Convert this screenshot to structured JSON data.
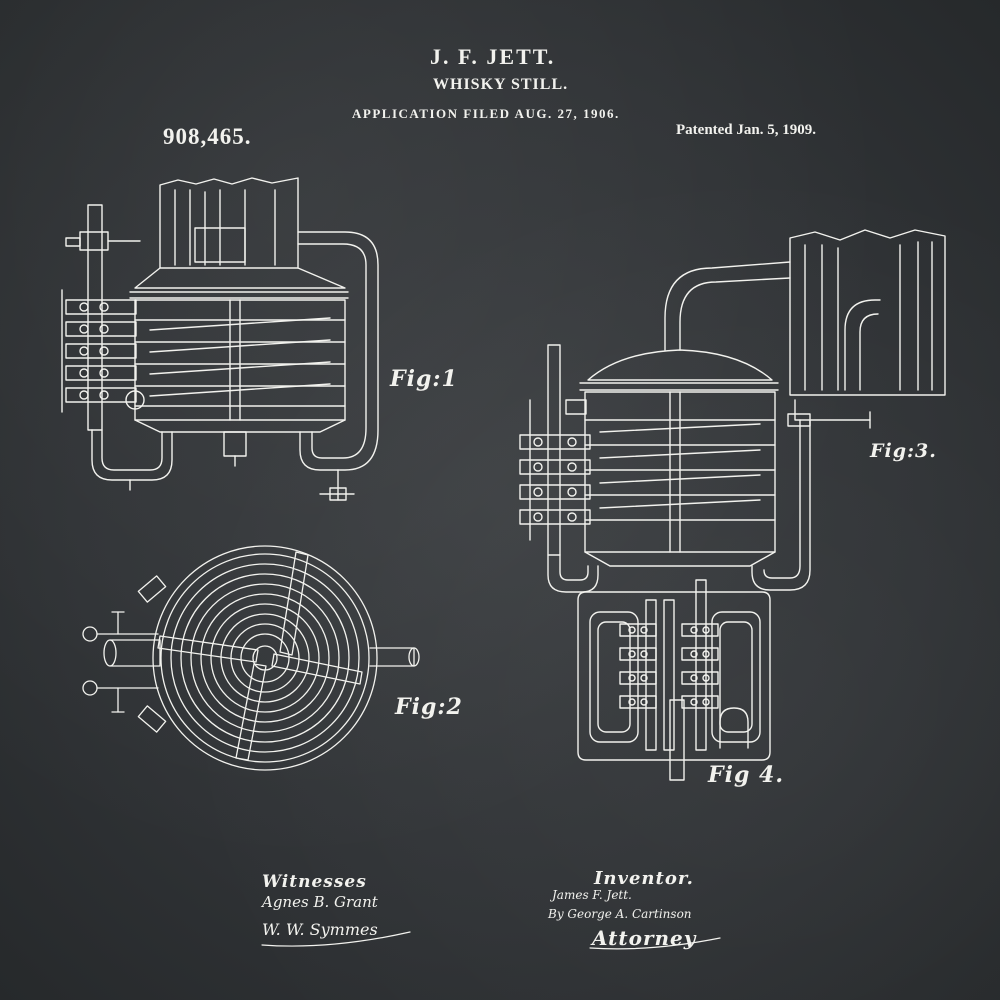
{
  "header": {
    "inventor_name": "J. F. JETT.",
    "invention_title": "WHISKY STILL.",
    "application_filed": "APPLICATION FILED AUG. 27, 1906.",
    "patent_number": "908,465.",
    "patented_date": "Patented Jan. 5, 1909."
  },
  "figures": {
    "fig1": "Fig:1",
    "fig2": "Fig:2",
    "fig3": "Fig:3.",
    "fig4": "Fig 4."
  },
  "signatures": {
    "witnesses_heading": "Witnesses",
    "witness_1": "Agnes B. Grant",
    "witness_2": "W. W. Symmes",
    "inventor_heading": "Inventor.",
    "inventor_signature": "James F. Jett.",
    "attorney_by": "By George A. Cartinson",
    "attorney_heading": "Attorney"
  },
  "colors": {
    "chalkboard": "#2f3235",
    "chalk": "#f2f2ee"
  }
}
